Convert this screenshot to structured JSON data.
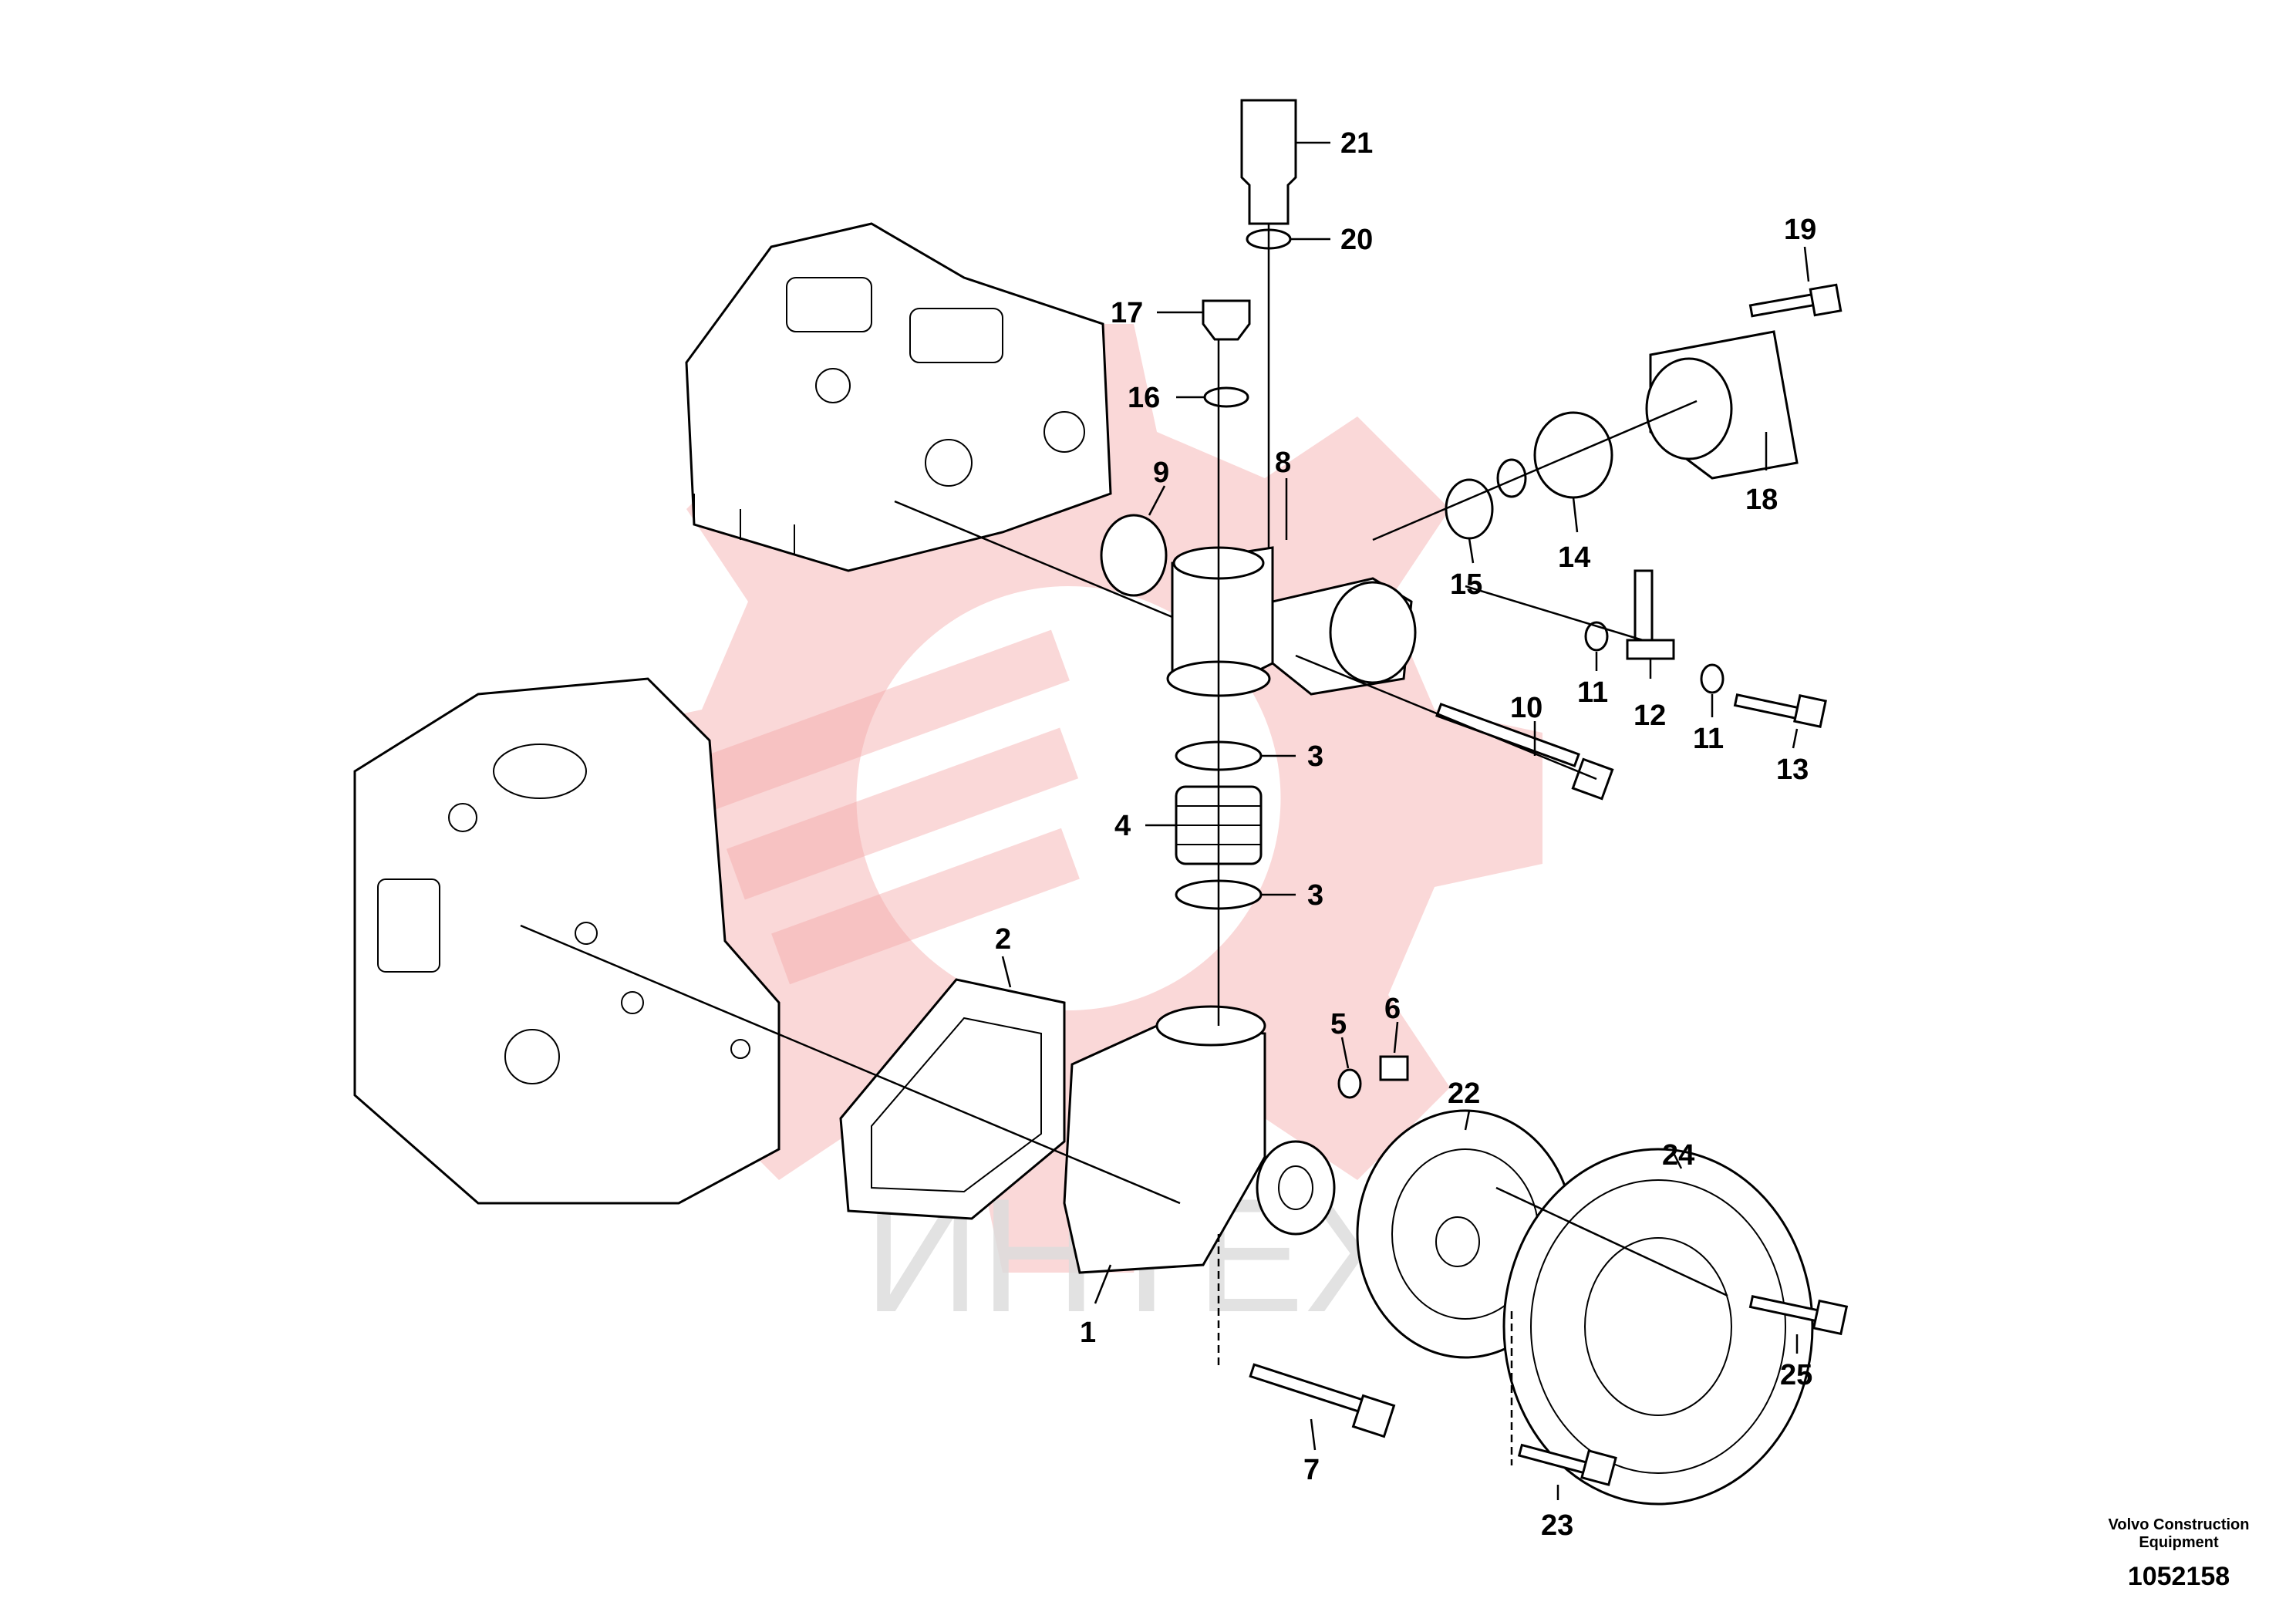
{
  "watermark": {
    "text": "ИНТЕХ",
    "color": "#f4a9a9"
  },
  "caption": {
    "company_line1": "Volvo Construction",
    "company_line2": "Equipment",
    "drawing_number": "1052158"
  },
  "callouts": [
    {
      "id": "c1",
      "label": "1"
    },
    {
      "id": "c2",
      "label": "2"
    },
    {
      "id": "c3a",
      "label": "3"
    },
    {
      "id": "c3b",
      "label": "3"
    },
    {
      "id": "c4",
      "label": "4"
    },
    {
      "id": "c5",
      "label": "5"
    },
    {
      "id": "c6",
      "label": "6"
    },
    {
      "id": "c7",
      "label": "7"
    },
    {
      "id": "c8",
      "label": "8"
    },
    {
      "id": "c9",
      "label": "9"
    },
    {
      "id": "c10",
      "label": "10"
    },
    {
      "id": "c11a",
      "label": "11"
    },
    {
      "id": "c11b",
      "label": "11"
    },
    {
      "id": "c12",
      "label": "12"
    },
    {
      "id": "c13",
      "label": "13"
    },
    {
      "id": "c14",
      "label": "14"
    },
    {
      "id": "c15",
      "label": "15"
    },
    {
      "id": "c16",
      "label": "16"
    },
    {
      "id": "c17",
      "label": "17"
    },
    {
      "id": "c18",
      "label": "18"
    },
    {
      "id": "c19",
      "label": "19"
    },
    {
      "id": "c20",
      "label": "20"
    },
    {
      "id": "c21",
      "label": "21"
    },
    {
      "id": "c22",
      "label": "22"
    },
    {
      "id": "c23",
      "label": "23"
    },
    {
      "id": "c24",
      "label": "24"
    },
    {
      "id": "c25",
      "label": "25"
    }
  ]
}
